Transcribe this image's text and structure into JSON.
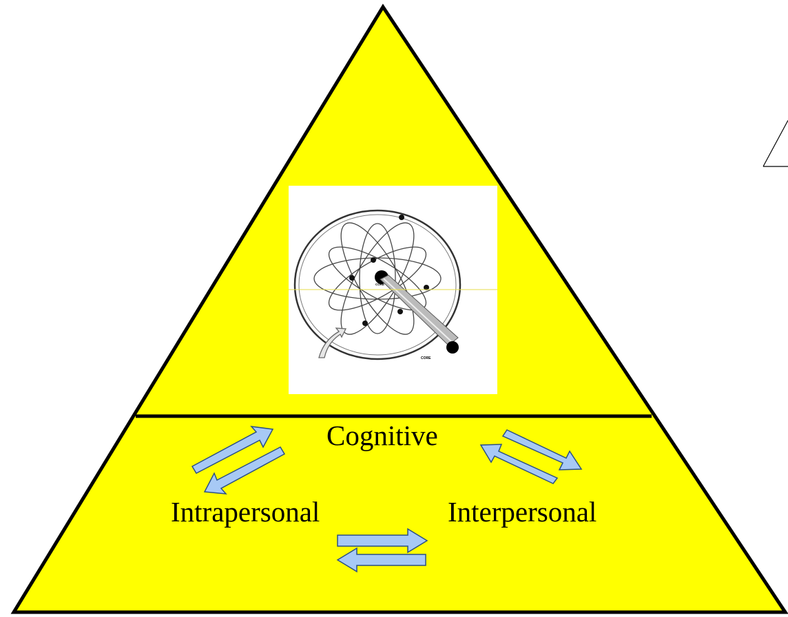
{
  "diagram": {
    "colors": {
      "triangle_fill": "#ffff00",
      "outline": "#000000",
      "arrow_fill": "#a7c9f5",
      "arrow_stroke": "#2a4f86",
      "image_background": "#ffffff"
    },
    "labels": {
      "top": "Cognitive",
      "left": "Intrapersonal",
      "right": "Interpersonal"
    },
    "atom_image": {
      "description_icon": "atom-with-core-icon",
      "core_label_center": "CORE",
      "core_label_rod": "CORE"
    },
    "arrows": [
      {
        "name": "cognitive-to-intrapersonal-pair",
        "icon": "double-arrow-icon"
      },
      {
        "name": "cognitive-to-interpersonal-pair",
        "icon": "double-arrow-icon"
      },
      {
        "name": "intrapersonal-to-interpersonal-pair",
        "icon": "double-arrow-icon"
      }
    ]
  }
}
